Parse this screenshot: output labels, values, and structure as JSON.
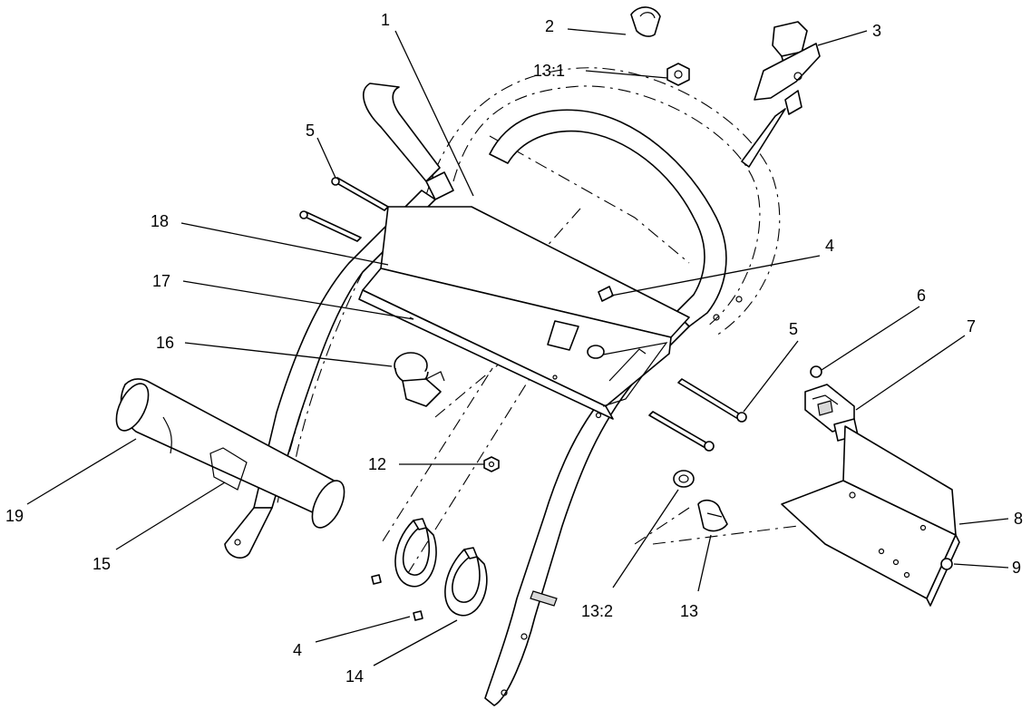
{
  "callouts": {
    "c1": "1",
    "c2": "2",
    "c3": "3",
    "c4a": "4",
    "c4b": "4",
    "c5a": "5",
    "c5b": "5",
    "c6": "6",
    "c7": "7",
    "c8": "8",
    "c9": "9",
    "c12": "12",
    "c13": "13",
    "c13_1": "13:1",
    "c13_2": "13:2",
    "c14": "14",
    "c15": "15",
    "c16": "16",
    "c17": "17",
    "c18": "18",
    "c19": "19"
  }
}
